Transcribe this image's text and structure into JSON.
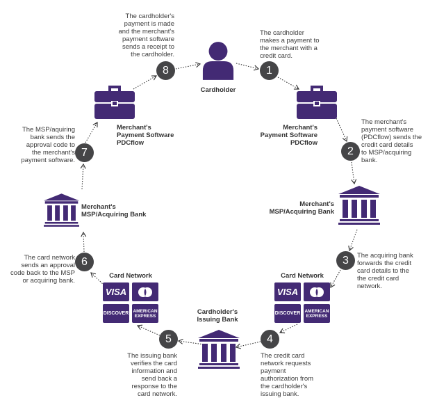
{
  "colors": {
    "brand": "#432a74",
    "step_circle": "#454547"
  },
  "nodes": {
    "cardholder": "Cardholder",
    "merchant_software_right": "Merchant's\nPayment Software\nPDCflow",
    "merchant_software_left": "Merchant's\nPayment Software\nPDCflow",
    "acquiring_bank_right": "Merchant's\nMSP/Acquiring Bank",
    "acquiring_bank_left": "Merchant's\nMSP/Acquiring Bank",
    "card_network_right": "Card Network",
    "card_network_left": "Card Network",
    "issuing_bank": "Cardholder's\nIssuing Bank"
  },
  "cards": {
    "visa": "VISA",
    "mastercard": "mastercard",
    "discover": "DISCOVER",
    "amex": "AMERICAN\nEXPRESS"
  },
  "steps": [
    {
      "n": "1",
      "text": "The cardholder\nmakes a payment to\nthe merchant with a\ncredit card."
    },
    {
      "n": "2",
      "text": "The merchant's\npayment software\n(PDCflow) sends the\ncredit card details\nto MSP/acquiring\nbank."
    },
    {
      "n": "3",
      "text": "The acquiring bank\nforwards the credit\ncard details to the\nthe credit card\nnetwork."
    },
    {
      "n": "4",
      "text": "The credit card\nnetwork requests\npayment\nauthorization from\nthe cardholder's\nissuing bank."
    },
    {
      "n": "5",
      "text": "The issuing bank\nverifies the card\ninformation and\nsend back a\nresponse to the\ncard network."
    },
    {
      "n": "6",
      "text": "The card network\nsends an approval\ncode back to the MSP\nor acquiring bank."
    },
    {
      "n": "7",
      "text": "The MSP/aquiring\nbank sends the\napproval code to\nthe merchant's\npayment software."
    },
    {
      "n": "8",
      "text": "The cardholder's\npayment is made\nand the merchant's\npayment software\nsends a receipt to\nthe cardholder."
    }
  ]
}
